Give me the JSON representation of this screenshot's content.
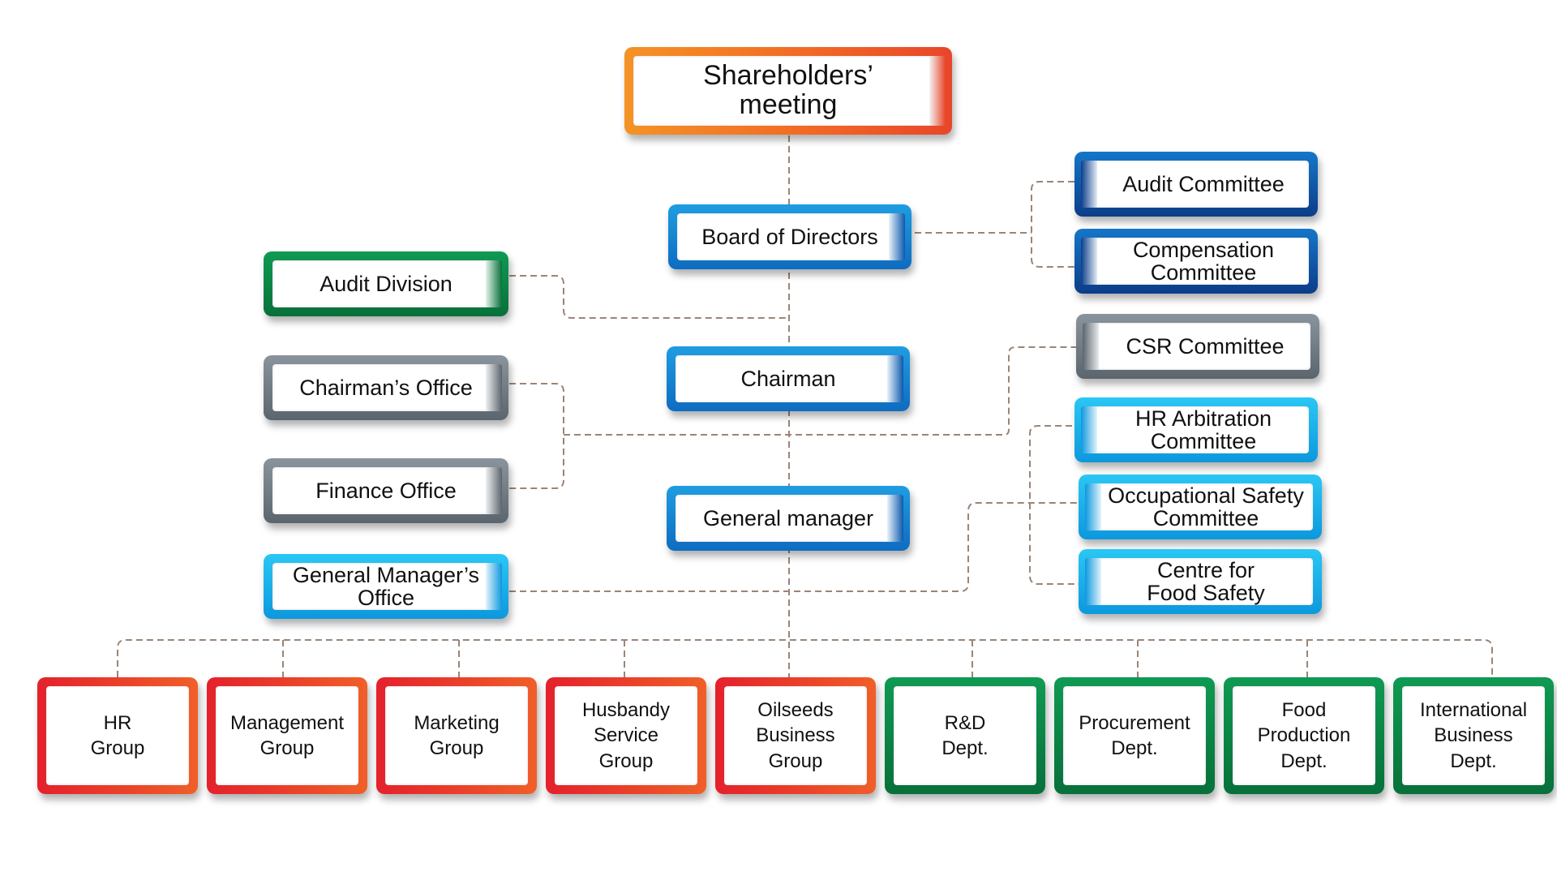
{
  "top": {
    "shareholders": "Shareholders’\nmeeting",
    "board": "Board of Directors",
    "chairman": "Chairman",
    "general_manager": "General manager"
  },
  "left": {
    "audit_division": "Audit Division",
    "chairmans_office": "Chairman’s Office",
    "finance_office": "Finance Office",
    "gm_office": "General Manager’s\nOffice"
  },
  "right": {
    "audit_committee": "Audit Committee",
    "compensation_committee": "Compensation\nCommittee",
    "csr_committee": "CSR Committee",
    "hr_arbitration_committee": "HR Arbitration\nCommittee",
    "occupational_safety_committee": "Occupational Safety\nCommittee",
    "centre_food_safety": "Centre for\nFood Safety"
  },
  "bottom": [
    "HR\nGroup",
    "Management\nGroup",
    "Marketing\nGroup",
    "Husbandy\nService\nGroup",
    "Oilseeds\nBusiness\nGroup",
    "R&D\nDept.",
    "Procurement\nDept.",
    "Food\nProduction\nDept.",
    "International\nBusiness\nDept."
  ],
  "colors": {
    "connector": "#9a8577",
    "orange": "#f26a25",
    "blue": "#0e6cc1",
    "navy": "#0b3d89",
    "cyan": "#0d98de",
    "green": "#08703a",
    "gray": "#5b656e",
    "red": "#e4212c"
  }
}
